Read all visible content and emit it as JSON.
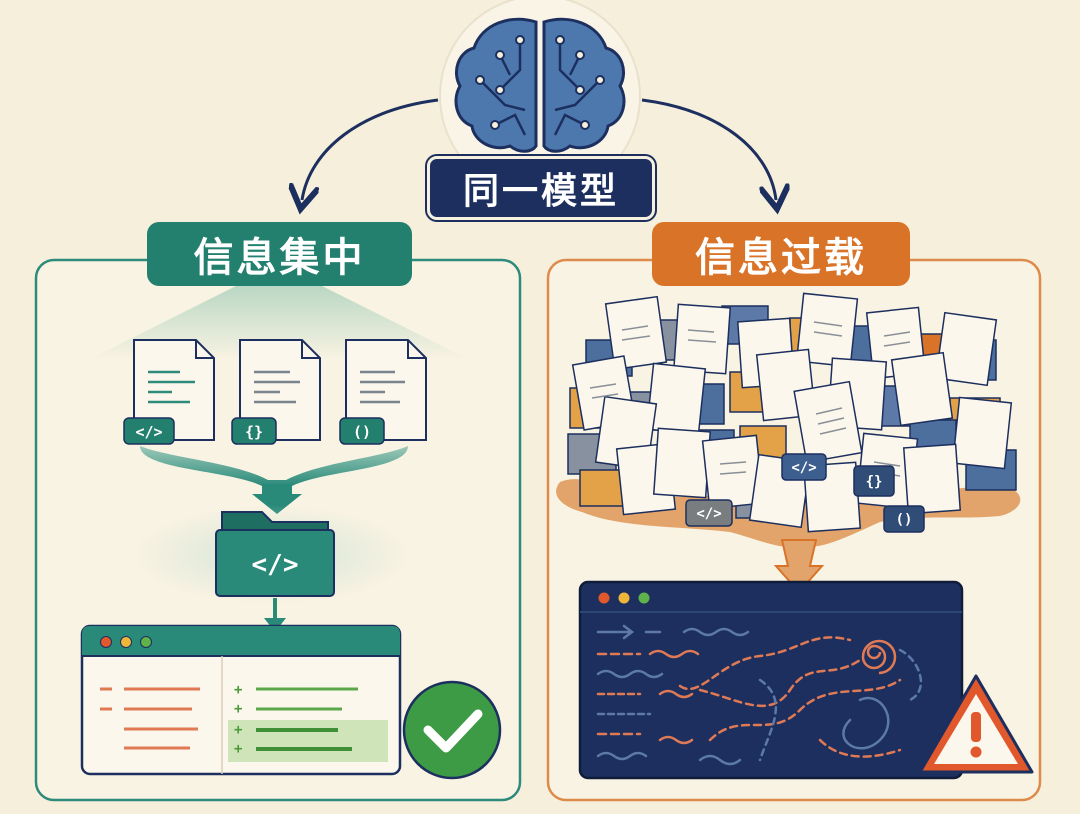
{
  "center": {
    "label": "同一模型"
  },
  "left_panel": {
    "title": "信息集中",
    "doc_tags": [
      "</>",
      "{}",
      "()"
    ],
    "folder_tag": "</>"
  },
  "right_panel": {
    "title": "信息过载",
    "tags": [
      "</>",
      "{}",
      "</>",
      "()"
    ]
  },
  "colors": {
    "background": "#f6efdc",
    "navy": "#1c2f5e",
    "teal": "#23806f",
    "orange": "#d97328",
    "brain": "#4d78ad",
    "success_green": "#3d9a45",
    "warning_red": "#e0582b"
  },
  "icons": [
    "brain-icon",
    "folder-icon",
    "checkmark-icon",
    "warning-icon",
    "spiral-icon"
  ]
}
